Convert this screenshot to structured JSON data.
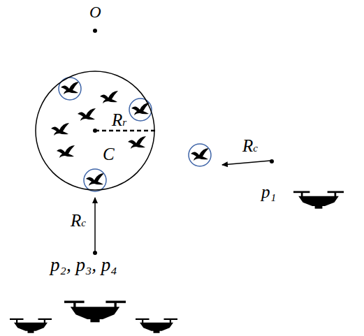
{
  "diagram": {
    "nodes": [
      {
        "text": [
          "Rr",
          "C"
        ]
      }
    ],
    "labels": [
      "O",
      "Rc",
      "p₁",
      "Rc",
      "p₂, p₃, p₄"
    ]
  }
}
